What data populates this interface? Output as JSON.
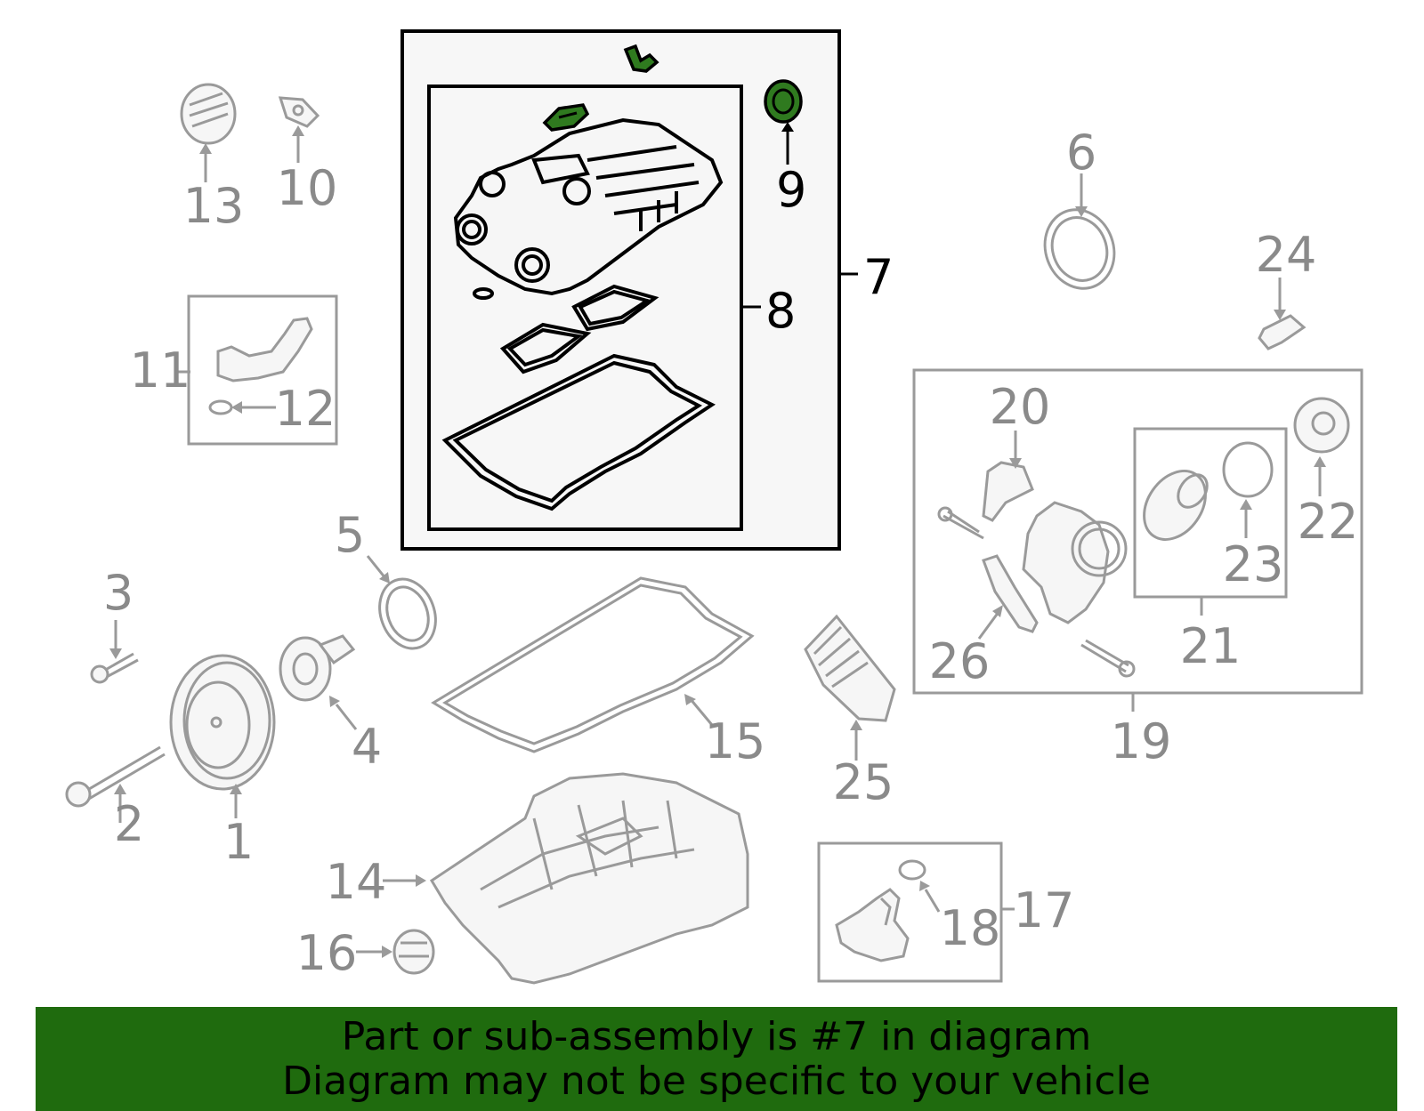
{
  "callouts": {
    "c1": "1",
    "c2": "2",
    "c3": "3",
    "c4": "4",
    "c5": "5",
    "c6": "6",
    "c7": "7",
    "c8": "8",
    "c9": "9",
    "c10": "10",
    "c11": "11",
    "c12": "12",
    "c13": "13",
    "c14": "14",
    "c15": "15",
    "c16": "16",
    "c17": "17",
    "c18": "18",
    "c19": "19",
    "c20": "20",
    "c21": "21",
    "c22": "22",
    "c23": "23",
    "c24": "24",
    "c25": "25",
    "c26": "26"
  },
  "highlight": {
    "assembly_number": "7",
    "color": "#1f6b0e"
  },
  "banner": {
    "line1": "Part or sub-assembly is #7 in diagram",
    "line2": "Diagram may not be specific to your vehicle"
  }
}
